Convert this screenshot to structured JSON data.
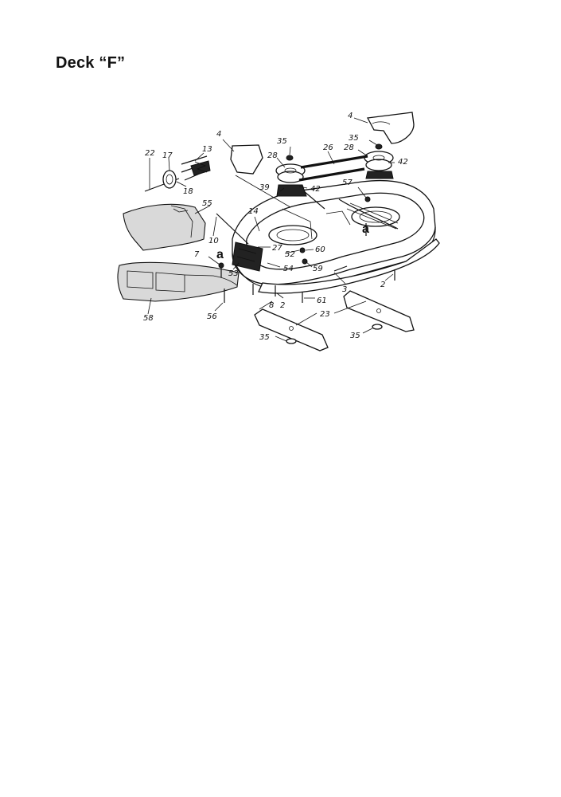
{
  "title": "Deck “F”",
  "callouts": {
    "c2a": "2",
    "c2b": "2",
    "c3": "3",
    "c4a": "4",
    "c4b": "4",
    "c7": "7",
    "c8": "8",
    "c10": "10",
    "c13": "13",
    "c14": "14",
    "c17": "17",
    "c18": "18",
    "c22": "22",
    "c23": "23",
    "c26": "26",
    "c27": "27",
    "c28a": "28",
    "c28b": "28",
    "c35a": "35",
    "c35b": "35",
    "c35c": "35",
    "c35d": "35",
    "c39": "39",
    "c42a": "42",
    "c42b": "42",
    "c52": "52",
    "c53": "53",
    "c54": "54",
    "c55": "55",
    "c56": "56",
    "c57": "57",
    "c58": "58",
    "c59": "59",
    "c60": "60",
    "c61": "61",
    "refA1": "a",
    "refA2": "a"
  },
  "icons": [
    "mower-deck-housing",
    "spindle-pulley",
    "v-belt",
    "idler-pulley",
    "mulch-chute",
    "discharge-deflector",
    "mower-blade",
    "belt-guard"
  ]
}
